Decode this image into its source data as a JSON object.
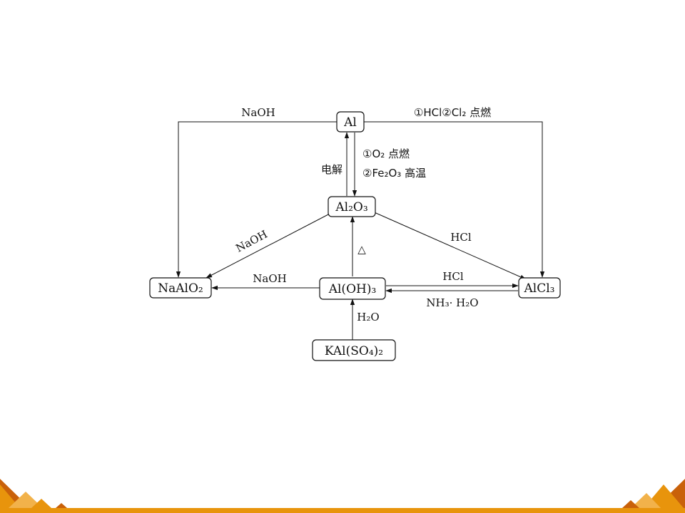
{
  "nodes": {
    "al": "Al",
    "al2o3": "Al₂O₃",
    "naalo2": "NaAlO₂",
    "aloh3": "Al(OH)₃",
    "alcl3": "AlCl₃",
    "kal": "KAl(SO₄)₂"
  },
  "edges": {
    "al_to_naalo2": "NaOH",
    "al_to_alcl3": "①HCl②Cl₂ 点燃",
    "al_to_al2o3_line1": "①O₂ 点燃",
    "al_to_al2o3_line2": "②Fe₂O₃ 高温",
    "al2o3_to_al": "电解",
    "al2o3_to_naalo2": "NaOH",
    "al2o3_to_alcl3": "HCl",
    "aloh3_to_al2o3": "△",
    "aloh3_to_naalo2": "NaOH",
    "aloh3_to_alcl3": "HCl",
    "alcl3_to_aloh3": "NH₃· H₂O",
    "kal_to_aloh3": "H₂O"
  },
  "colors": {
    "line": "#111111",
    "footer_orange": "#e8940c",
    "footer_dark": "#c9610a",
    "footer_light": "#f2b24a"
  }
}
